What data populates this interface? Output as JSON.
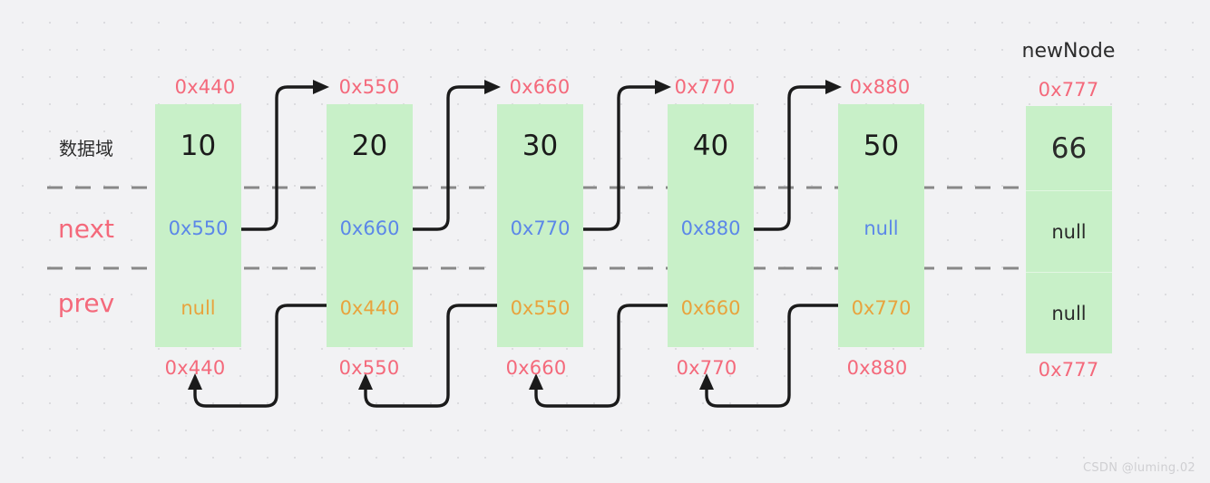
{
  "diagram": {
    "title_label": "newNode",
    "row_labels": {
      "data": "数据域",
      "next": "next",
      "prev": "prev"
    },
    "colors": {
      "background": "#f2f2f4",
      "node_fill": "#c8f0c8",
      "address_label": "#f4697b",
      "next_value": "#5b87e8",
      "prev_value": "#e8a33d",
      "arrow": "#1b1b1b",
      "divider": "#888888"
    },
    "nodes": [
      {
        "top_address": "0x440",
        "bottom_address": "0x440",
        "data": "10",
        "next": "0x550",
        "prev": "null",
        "next_kind": "address",
        "prev_kind": "null"
      },
      {
        "top_address": "0x550",
        "bottom_address": "0x550",
        "data": "20",
        "next": "0x660",
        "prev": "0x440",
        "next_kind": "address",
        "prev_kind": "address"
      },
      {
        "top_address": "0x660",
        "bottom_address": "0x660",
        "data": "30",
        "next": "0x770",
        "prev": "0x550",
        "next_kind": "address",
        "prev_kind": "address"
      },
      {
        "top_address": "0x770",
        "bottom_address": "0x770",
        "data": "40",
        "next": "0x880",
        "prev": "0x660",
        "next_kind": "address",
        "prev_kind": "address"
      },
      {
        "top_address": "0x880",
        "bottom_address": "0x880",
        "data": "50",
        "next": "null",
        "prev": "0x770",
        "next_kind": "null",
        "prev_kind": "address"
      }
    ],
    "new_node": {
      "caption": "newNode",
      "top_address": "0x777",
      "bottom_address": "0x777",
      "data": "66",
      "next": "null",
      "prev": "null"
    },
    "watermark": "CSDN @luming.02"
  }
}
